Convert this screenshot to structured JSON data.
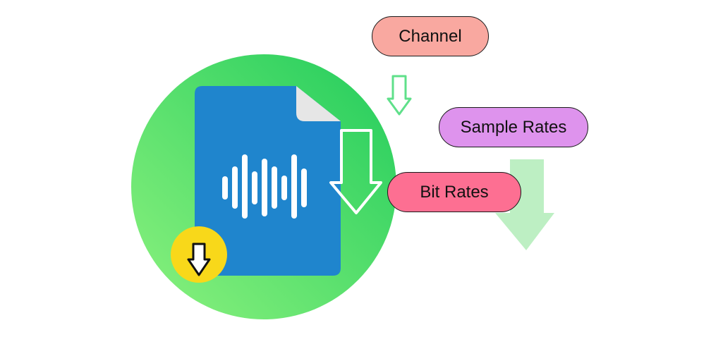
{
  "labels": {
    "channel": "Channel",
    "sample_rates": "Sample Rates",
    "bit_rates": "Bit Rates"
  },
  "colors": {
    "circle_gradient_start": "#8df27e",
    "circle_gradient_end": "#21cc5c",
    "file_body": "#1f85cd",
    "file_fold": "#e6e6e6",
    "badge": "#f8d81a",
    "channel_pill": "#f9a8a0",
    "sample_rates_pill": "#de93ed",
    "bit_rates_pill": "#fd6f92",
    "faded_arrow": "#bdefc3",
    "outline_arrow": "#5fe08a"
  },
  "icons": {
    "file": "audio-file-icon",
    "waveform": "sound-wave-icon",
    "badge": "download-badge-icon"
  }
}
